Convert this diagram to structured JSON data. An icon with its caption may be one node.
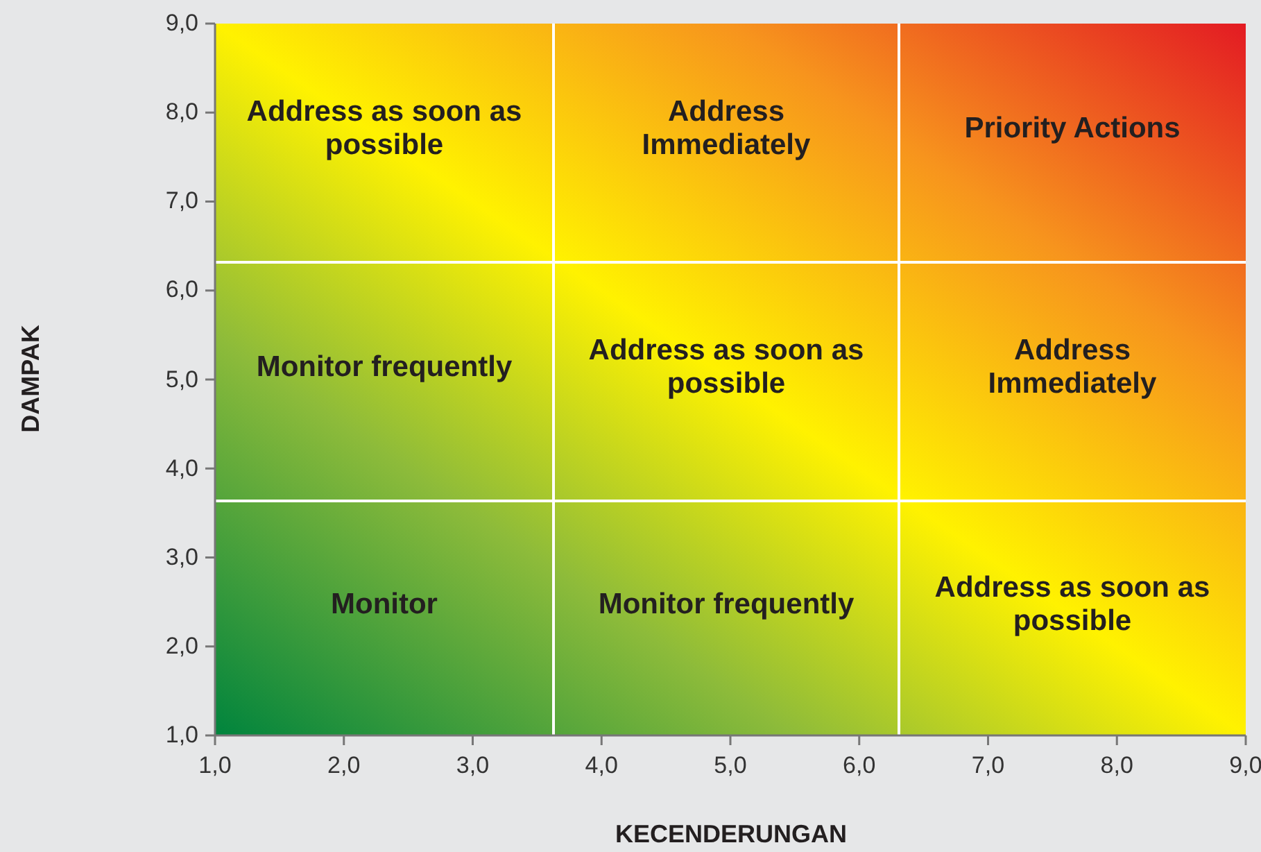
{
  "diagram": {
    "nodes": [
      {
        "text": [
          "Address as soon as possible"
        ]
      },
      {
        "text": [
          "Address Immediately"
        ]
      },
      {
        "text": [
          "Priority Actions"
        ]
      },
      {
        "text": [
          "Monitor frequently"
        ]
      },
      {
        "text": [
          "Address as soon as possible"
        ]
      },
      {
        "text": [
          "Address Immediately"
        ]
      },
      {
        "text": [
          "Monitor"
        ]
      },
      {
        "text": [
          "Monitor frequently"
        ]
      },
      {
        "text": [
          "Address as soon as possible"
        ]
      }
    ],
    "labels": [
      "9,0",
      "8,0",
      "7,0",
      "6,0",
      "5,0",
      "4,0",
      "3,0",
      "2,0",
      "1,0",
      "DAMPAK",
      "1,0",
      "2,0",
      "3,0",
      "4,0",
      "5,0",
      "6,0",
      "7,0",
      "8,0",
      "9,0",
      "KECENDERUNGAN"
    ]
  }
}
